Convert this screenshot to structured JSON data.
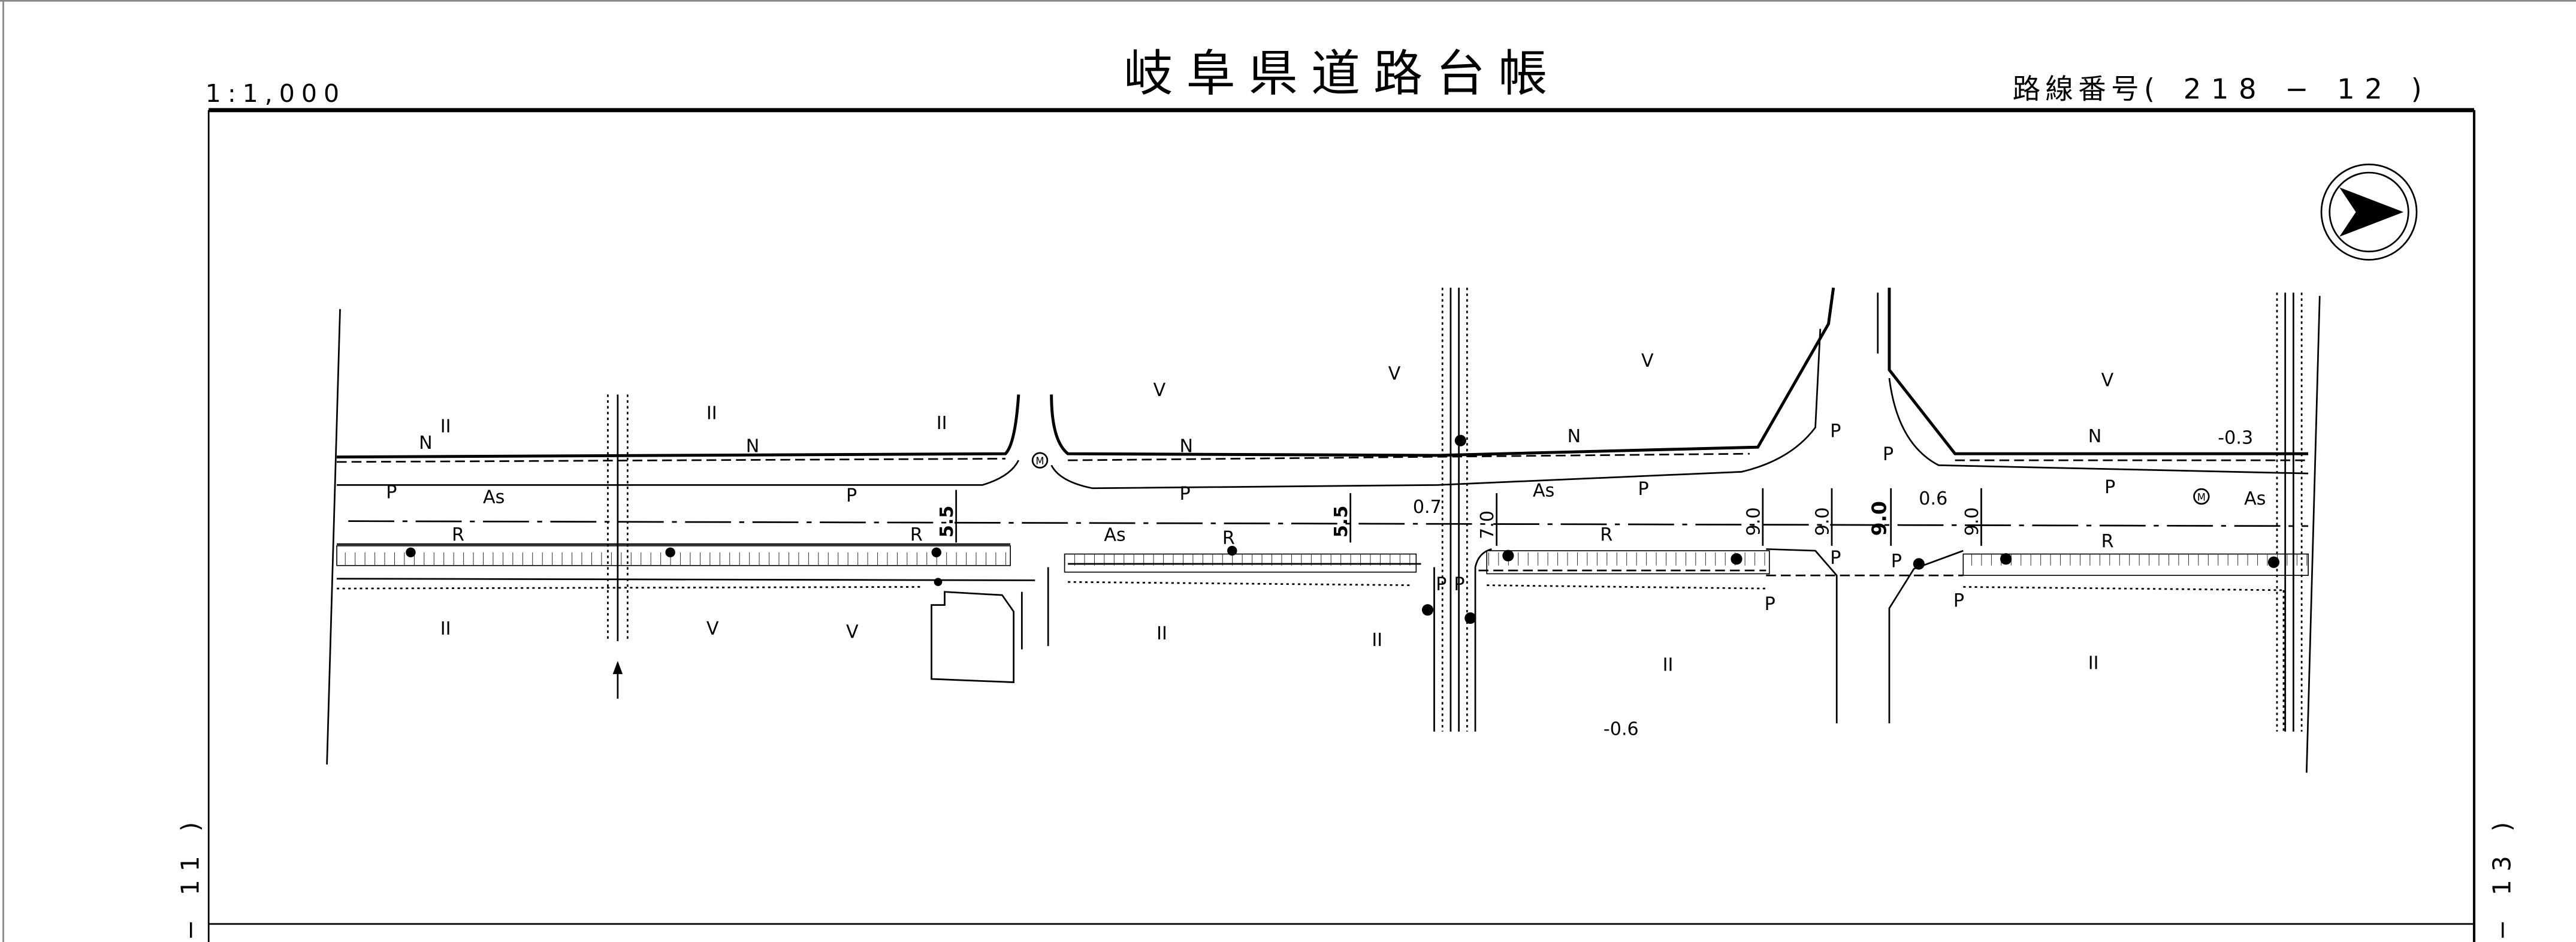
{
  "header": {
    "scale": "1:1,000",
    "title": "岐阜県道路台帳",
    "route_label": "路線番号",
    "route_number": "( 218 − 12 )"
  },
  "sheet_links": {
    "previous": "− 11 )",
    "next": "− 13 )"
  },
  "north_arrow": {
    "icon": "north-arrow-icon"
  },
  "map": {
    "labels": {
      "P": "P",
      "As": "As",
      "R": "R",
      "N": "N",
      "II": "II",
      "V": "V",
      "M": "M"
    },
    "dims": {
      "w55": "5.5",
      "w70": "7.0",
      "w90": "9.0",
      "h07": "0.7",
      "h06": "0.6",
      "hm03": "-0.3",
      "hm06": "-0.6"
    }
  }
}
